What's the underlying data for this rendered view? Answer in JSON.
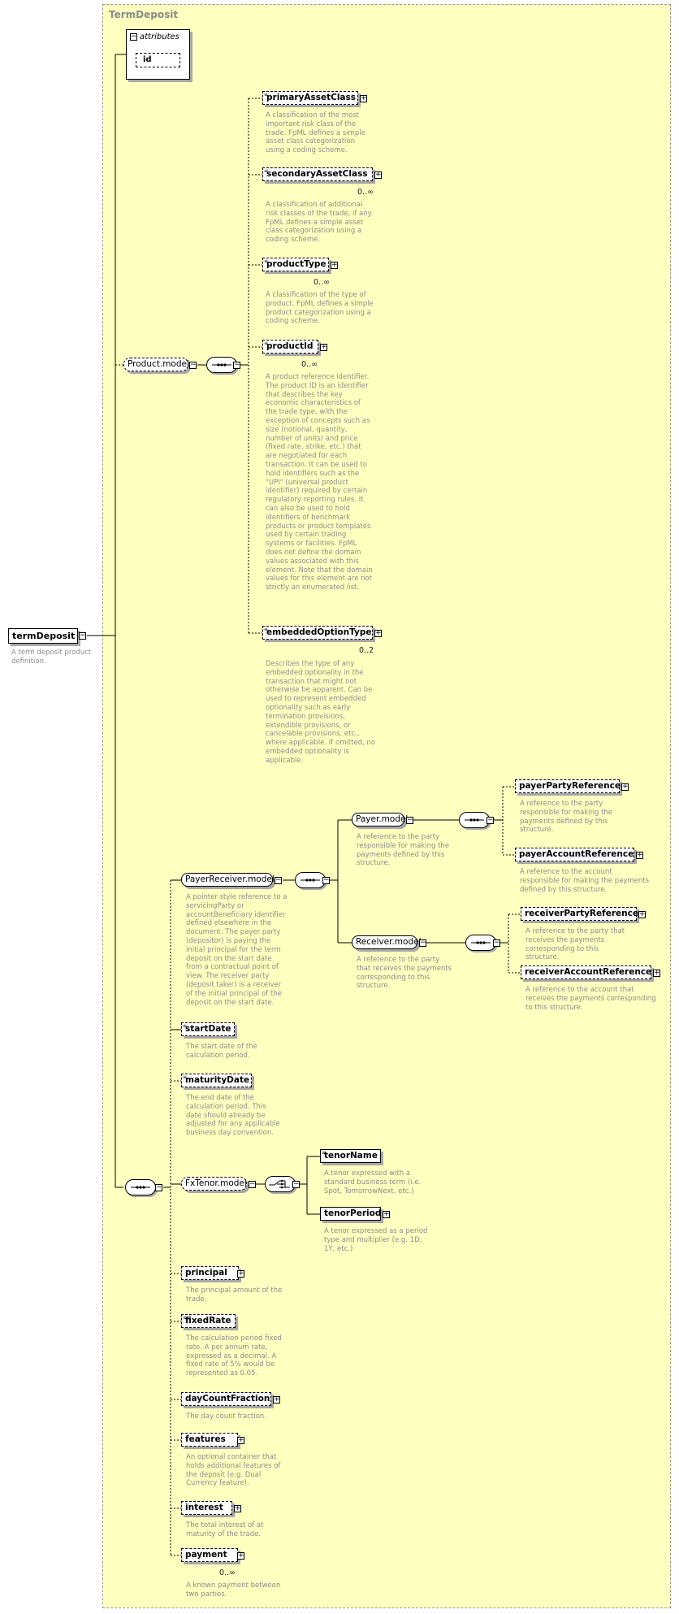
{
  "group": {
    "title": "TermDeposit"
  },
  "attributes": {
    "title": "attributes",
    "items": [
      "id"
    ]
  },
  "root": {
    "name": "termDeposit",
    "description": "A term deposit product definition."
  },
  "product_model": {
    "name": "Product.model"
  },
  "payer_receiver_model": {
    "name": "PayerReceiver.model",
    "description": "A pointer style reference to a servicingParty or accountBeneficiary identifier defined elsewhere in the document. The payer party (depositor) is paying the initial principal for the term deposit on the start date from a contractual point of view. The receiver party (deposit taker) is a receiver of the initial principal of the deposit on the start date."
  },
  "payer_model": {
    "name": "Payer.model",
    "description": "A reference to the party responsible for making the payments defined by this structure."
  },
  "receiver_model": {
    "name": "Receiver.model",
    "description": "A reference to the party that receives the payments corresponding to this structure."
  },
  "fx_tenor_model": {
    "name": "FxTenor.model"
  },
  "elements": {
    "primaryAssetClass": {
      "name": "primaryAssetClass",
      "card": "",
      "description": "A classification of the most important risk class of the trade. FpML defines a simple asset class categorization using a coding scheme."
    },
    "secondaryAssetClass": {
      "name": "secondaryAssetClass",
      "card": "0..∞",
      "description": "A classification of additional risk classes of the trade, if any. FpML defines a simple asset class categorization using a coding scheme."
    },
    "productType": {
      "name": "productType",
      "card": "0..∞",
      "description": "A classification of the type of product. FpML defines a simple product categorization using a coding scheme."
    },
    "productId": {
      "name": "productId",
      "card": "0..∞",
      "description": "A product reference identifier. The product ID is an identifier that describes the key economic characteristics of the trade type, with the exception of concepts such as size (notional, quantity, number of units) and price (fixed rate, strike, etc.) that are negotiated for each transaction. It can be used to hold identifiers such as the \"UPI\" (universal product identifier) required by certain regulatory reporting rules. It can also be used to hold identifiers of benchmark products or product templates used by certain trading systems or facilities. FpML does not define the domain values associated with this element. Note that the domain values for this element are not strictly an enumerated list."
    },
    "embeddedOptionType": {
      "name": "embeddedOptionType",
      "card": "0..2",
      "description": "Describes the type of any embedded optionality in the transaction that might not otherwise be apparent. Can be used to represent embedded optionality such as early termination provisions, extendible provisions, or cancelable provisions, etc., where applicable. If omitted, no embedded optionality is applicable."
    },
    "payerPartyReference": {
      "name": "payerPartyReference",
      "description": "A reference to the party responsible for making the payments defined by this structure."
    },
    "payerAccountReference": {
      "name": "payerAccountReference",
      "description": "A reference to the account responsible for making the payments defined by this structure."
    },
    "receiverPartyReference": {
      "name": "receiverPartyReference",
      "description": "A reference to the party that receives the payments corresponding to this structure."
    },
    "receiverAccountReference": {
      "name": "receiverAccountReference",
      "description": "A reference to the account that receives the payments corresponding to this structure."
    },
    "startDate": {
      "name": "startDate",
      "description": "The start date of the calculation period."
    },
    "maturityDate": {
      "name": "maturityDate",
      "description": "The end date of the calculation period. This date should already be adjusted for any applicable business day convention."
    },
    "tenorName": {
      "name": "tenorName",
      "description": "A tenor expressed with a standard business term (i.e. Spot, TomorrowNext, etc.)"
    },
    "tenorPeriod": {
      "name": "tenorPeriod",
      "description": "A tenor expressed as a period type and multiplier (e.g. 1D, 1Y, etc.)"
    },
    "principal": {
      "name": "principal",
      "description": "The principal amount of the trade."
    },
    "fixedRate": {
      "name": "fixedRate",
      "description": "The calculation period fixed rate. A per annum rate, expressed as a decimal. A fixed rate of 5% would be represented as 0.05."
    },
    "dayCountFraction": {
      "name": "dayCountFraction",
      "description": "The day count fraction."
    },
    "features": {
      "name": "features",
      "description": "An optional container that holds additional features of the deposit (e.g. Dual Currency feature)."
    },
    "interest": {
      "name": "interest",
      "description": "The total interest of at maturity of the trade."
    },
    "payment": {
      "name": "payment",
      "card": "0..∞",
      "description": "A known payment between two parties."
    }
  }
}
